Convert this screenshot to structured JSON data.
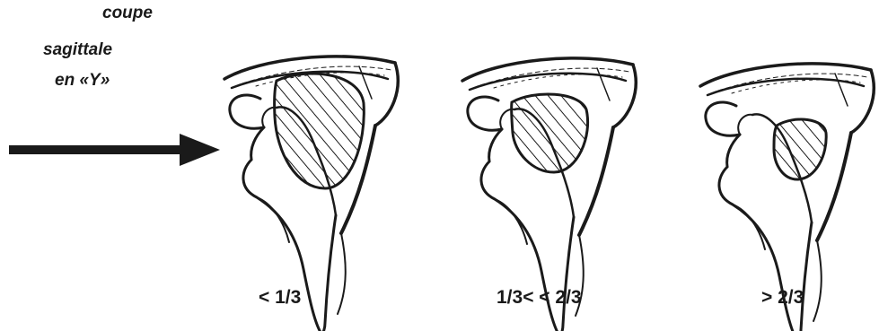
{
  "title_lines": [
    "coupe",
    "sagittale",
    "en «Y»"
  ],
  "captions": [
    "<  1/3",
    "1/3<   < 2/3",
    ">  2/3"
  ],
  "ink_color": "#1a1a1a",
  "background": "#ffffff"
}
